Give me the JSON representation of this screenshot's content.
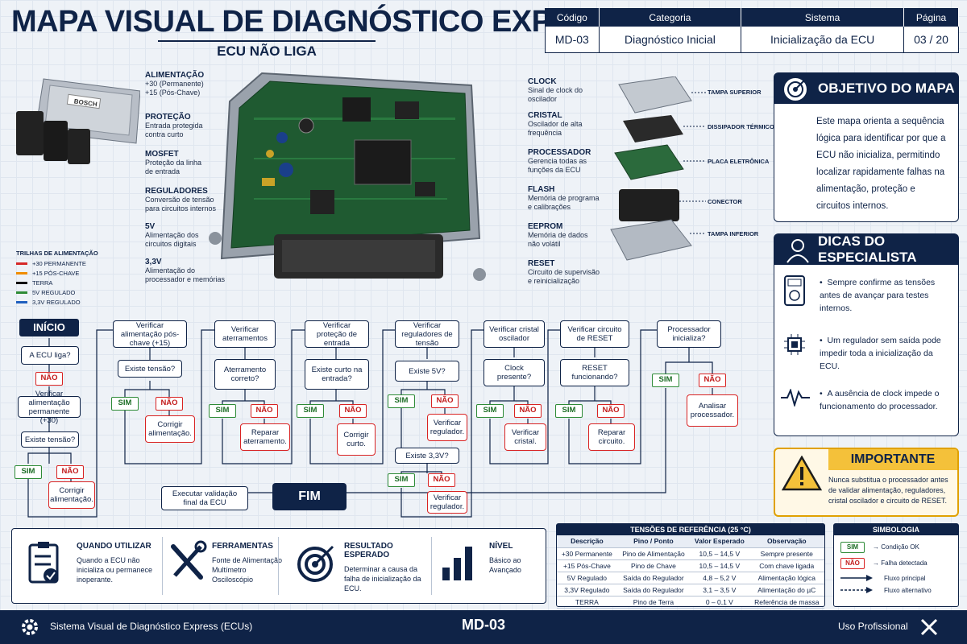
{
  "header": {
    "title": "MAPA VISUAL DE DIAGNÓSTICO EXPRESS (ECUs)",
    "subtitle": "ECU NÃO LIGA"
  },
  "info_table": {
    "cols": [
      "Código",
      "Categoria",
      "Sistema",
      "Página"
    ],
    "vals": [
      "MD-03",
      "Diagnóstico Inicial",
      "Inicialização da ECU",
      "03 / 20"
    ]
  },
  "ecu_label": "BOSCH",
  "left_tags": [
    {
      "t": "ALIMENTAÇÃO",
      "d": "+30 (Permanente)\n+15 (Pós-Chave)"
    },
    {
      "t": "PROTEÇÃO",
      "d": "Entrada protegida\ncontra curto"
    },
    {
      "t": "MOSFET",
      "d": "Proteção da linha\nde entrada"
    },
    {
      "t": "REGULADORES",
      "d": "Conversão de tensão\npara circuitos internos"
    },
    {
      "t": "5V",
      "d": "Alimentação dos\ncircuitos digitais"
    },
    {
      "t": "3,3V",
      "d": "Alimentação do\nprocessador e memórias"
    }
  ],
  "right_tags": [
    {
      "t": "CLOCK",
      "d": "Sinal de clock do\noscilador"
    },
    {
      "t": "CRISTAL",
      "d": "Oscilador de alta\nfrequência"
    },
    {
      "t": "PROCESSADOR",
      "d": "Gerencia todas as\nfunções da ECU"
    },
    {
      "t": "FLASH",
      "d": "Memória de programa\ne calibrações"
    },
    {
      "t": "EEPROM",
      "d": "Memória de dados\nnão volátil"
    },
    {
      "t": "RESET",
      "d": "Circuito de supervisão\ne reinicialização"
    }
  ],
  "exploded": [
    "TAMPA SUPERIOR",
    "DISSIPADOR TÉRMICO",
    "PLACA ELETRÔNICA",
    "CONECTOR",
    "TAMPA INFERIOR"
  ],
  "legend": {
    "title": "TRILHAS DE ALIMENTAÇÃO",
    "items": [
      {
        "label": "+30 PERMANENTE",
        "color": "#d62828"
      },
      {
        "label": "+15 PÓS-CHAVE",
        "color": "#f08c00"
      },
      {
        "label": "TERRA",
        "color": "#111111"
      },
      {
        "label": "5V REGULADO",
        "color": "#2e8b37"
      },
      {
        "label": "3,3V REGULADO",
        "color": "#1f5fbf"
      }
    ]
  },
  "objective": {
    "title": "OBJETIVO DO MAPA",
    "text": "Este mapa orienta a sequência lógica para identificar por que a ECU não inicializa, permitindo localizar rapidamente falhas na alimentação, proteção e circuitos internos."
  },
  "tips": {
    "title": "DICAS DO ESPECIALISTA",
    "items": [
      "Sempre confirme as tensões antes de avançar para testes internos.",
      "Um regulador sem saída pode impedir toda a inicialização da ECU.",
      "A ausência de clock impede o funcionamento do processador."
    ]
  },
  "important": {
    "title": "IMPORTANTE",
    "text": "Nunca substitua o processador antes de validar alimentação, reguladores, cristal oscilador e circuito de RESET."
  },
  "flow": {
    "start": "INÍCIO",
    "q1": "A ECU liga?",
    "no1": "NÃO",
    "check_perm": "Verificar alimentação permanente (+30)",
    "q_tensao": "Existe tensão?",
    "sim": "SIM",
    "nao": "NÃO",
    "fix1": "Corrigir alimentação.",
    "c2": "Verificar alimentação pós-chave (+15)",
    "q2": "Existe tensão?",
    "fix2": "Corrigir alimentação.",
    "c3": "Verificar aterramentos",
    "q3": "Aterramento correto?",
    "fix3": "Reparar aterramento.",
    "c4": "Verificar proteção de entrada",
    "q4": "Existe curto na entrada?",
    "fix4": "Corrigir curto.",
    "c5": "Verificar reguladores de tensão",
    "q5": "Existe 5V?",
    "fix5": "Verificar regulador.",
    "q5b": "Existe 3,3V?",
    "fix5b": "Verificar regulador.",
    "c6": "Verificar cristal oscilador",
    "q6": "Clock presente?",
    "fix6": "Verificar cristal.",
    "c7": "Verificar circuito de RESET",
    "q7": "RESET funcionando?",
    "fix7": "Reparar circuito.",
    "c8": "Processador inicializa?",
    "fix8": "Analisar processador.",
    "final": "Executar validação final da ECU",
    "end": "FIM"
  },
  "bottom": [
    {
      "t": "QUANDO UTILIZAR",
      "d": "Quando a ECU não inicializa ou permanece inoperante."
    },
    {
      "t": "FERRAMENTAS",
      "d": "Fonte de Alimentação\nMultímetro\nOsciloscópio"
    },
    {
      "t": "RESULTADO ESPERADO",
      "d": "Determinar a causa da falha de inicialização da ECU."
    },
    {
      "t": "NÍVEL",
      "d": "Básico ao Avançado"
    }
  ],
  "ref": {
    "title": "TENSÕES DE REFERÊNCIA (25 °C)",
    "cols": [
      "Descrição",
      "Pino / Ponto",
      "Valor Esperado",
      "Observação"
    ],
    "rows": [
      [
        "+30 Permanente",
        "Pino de Alimentação",
        "10,5 – 14,5 V",
        "Sempre presente"
      ],
      [
        "+15 Pós-Chave",
        "Pino de Chave",
        "10,5 – 14,5 V",
        "Com chave ligada"
      ],
      [
        "5V Regulado",
        "Saída do Regulador",
        "4,8 – 5,2 V",
        "Alimentação lógica"
      ],
      [
        "3,3V Regulado",
        "Saída do Regulador",
        "3,1 – 3,5 V",
        "Alimentação do µC"
      ],
      [
        "TERRA",
        "Pino de Terra",
        "0 – 0,1 V",
        "Referência de massa"
      ]
    ]
  },
  "symb": {
    "title": "SIMBOLOGIA",
    "sim": "SIM",
    "nao": "NÃO",
    "items": [
      "Condição OK",
      "Falha detectada",
      "Fluxo principal",
      "Fluxo alternativo"
    ]
  },
  "footer": {
    "left": "Sistema Visual de Diagnóstico Express (ECUs)",
    "center": "MD-03",
    "right": "Uso Profissional"
  }
}
